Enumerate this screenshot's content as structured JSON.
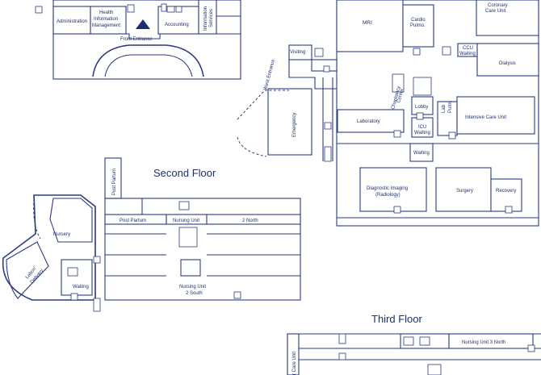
{
  "floors": {
    "second_floor_title": "Second Floor",
    "third_floor_title": "Third Floor"
  },
  "first_floor": {
    "rooms": {
      "administration": "Administration",
      "health_info_line1": "Health",
      "health_info_line2": "Information",
      "health_info_line3": "Management",
      "accounting": "Accounting",
      "info_services_line1": "Information",
      "info_services_line2": "Services",
      "front_entrance": "Front Entrance",
      "mri": "MRI",
      "cardio_line1": "Cardio",
      "cardio_line2": "Pulmo.",
      "coronary_line1": "Coronary",
      "coronary_line2": "Care Unit",
      "ccu_line1": "CCU",
      "ccu_line2": "Waiting",
      "dialysis": "Dialysis",
      "visiting": "Visiting",
      "west_entrance": "West Entrance",
      "emergency": "Emergency",
      "chaplaincy_line1": "Chaplaincy",
      "chaplaincy_line2": "Center",
      "lobby": "Lobby",
      "laboratory": "Laboratory",
      "icu_line1": "ICU",
      "icu_line2": "Waiting",
      "lab_vertical": "Lab",
      "pulm_vertical": "Pulm.",
      "intensive_care": "Intensive Care Unit",
      "waiting": "Waiting",
      "diag_line1": "Diagnostic Imaging",
      "diag_line2": "(Radiology)",
      "surgery": "Surgery",
      "recovery": "Recovery"
    }
  },
  "second_floor": {
    "rooms": {
      "post_partum_vertical": "Post Partum",
      "post_partum": "Post Partum",
      "nursing_unit": "Nursing Unit",
      "two_north": "2 North",
      "nursery": "Nursery",
      "labor_line1": "Labor/",
      "labor_line2": "Delivery",
      "waiting": "Waiting",
      "nursing_south_line1": "Nursing Unit",
      "nursing_south_line2": "2 South"
    }
  },
  "third_floor": {
    "rooms": {
      "nursing_3_north": "Nursing Unit 3 North",
      "care_unit_vertical": "r Care Unit"
    }
  },
  "colors": {
    "line": "#2a3b80",
    "text": "#1f2f6e",
    "background": "#ffffff"
  },
  "icons": [
    "restroom-icon",
    "elevator-icon",
    "stairs-icon",
    "telephone-icon",
    "info-icon"
  ]
}
